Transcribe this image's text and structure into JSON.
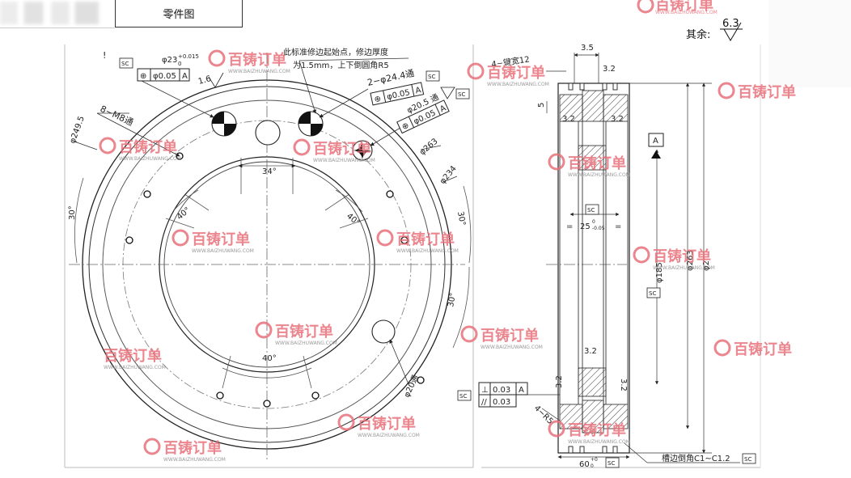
{
  "title": "零件图",
  "roughness": {
    "label": "其余:",
    "value": "6.3"
  },
  "watermark": {
    "logo": "百铸订单",
    "url": "WWW.BAIZHUWANG.COM"
  },
  "front_view": {
    "holes_m8": "8−M8通",
    "dia_249": "φ249.5",
    "dia_23": "φ23",
    "dia_23_tol_up": "+0.015",
    "dia_23_tol_low": "0",
    "pos_tol": "φ0.05",
    "datum": "A",
    "roughness_16": "1.6",
    "note_line1": "此标准修边起始点，修边厚度",
    "note_line2": "为1.5mm，上下倒圆角R5",
    "holes_244": "2−φ24.4通",
    "dia_205": "φ20.5 通",
    "dia_263": "φ263",
    "dia_234": "φ234",
    "dia_20": "φ20通",
    "angle_34": "34°",
    "angle_40_left": "40°",
    "angle_40_right": "40°",
    "angle_40_bottom": "40°",
    "angle_30_left": "30°",
    "angle_30_right_top": "30°",
    "angle_30_right_bottom": "30°",
    "sc": "SC"
  },
  "side_view": {
    "dim_35": "3.5",
    "dim_32": "3.2",
    "keyway": "4−键宽12",
    "dim_5": "5",
    "dim_25": "25",
    "dim_25_tol_up": "0",
    "dim_25_tol_low": "-0.05",
    "dia_185": "φ185",
    "dia_263": "φ263",
    "dia_inner": "φ2",
    "datum": "A",
    "dim_60": "60",
    "dim_60_tol_up": "+0",
    "dim_60_tol_low": "0",
    "flatness": "0.03",
    "parallel": "0.03",
    "chamfer_r": "4−R5",
    "chamfer_note": "槽边倒角C1~C1.2",
    "sc": "SC",
    "eq": "="
  }
}
